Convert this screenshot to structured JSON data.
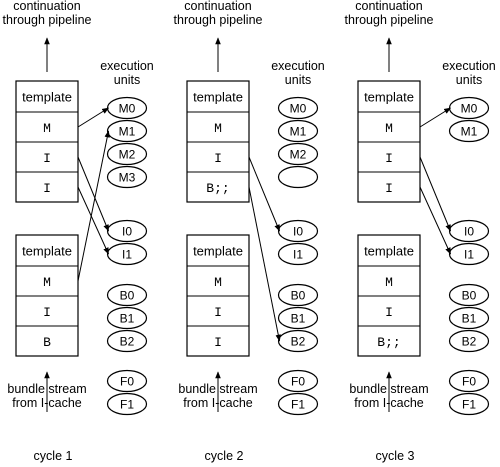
{
  "top_label": [
    "continuation",
    "through pipeline"
  ],
  "bottom_label": [
    "bundle stream",
    "from I-cache"
  ],
  "units_label": [
    "execution",
    "units"
  ],
  "cycles": [
    {
      "caption": "cycle 1",
      "bundles": [
        {
          "header": "template",
          "slots": [
            "M",
            "I",
            "I"
          ]
        },
        {
          "header": "template",
          "slots": [
            "M",
            "I",
            "B"
          ]
        }
      ],
      "units": [
        "M0",
        "M1",
        "M2",
        "M3",
        "I0",
        "I1",
        "B0",
        "B1",
        "B2",
        "F0",
        "F1"
      ],
      "arrows": [
        [
          0,
          0,
          "M0"
        ],
        [
          0,
          1,
          "I0"
        ],
        [
          0,
          2,
          "I1"
        ],
        [
          1,
          0,
          "M1"
        ]
      ]
    },
    {
      "caption": "cycle 2",
      "bundles": [
        {
          "header": "template",
          "slots": [
            "M",
            "I",
            "B;;"
          ]
        },
        {
          "header": "template",
          "slots": [
            "M",
            "I",
            "I"
          ]
        }
      ],
      "units": [
        "M0",
        "M1",
        "M2",
        "",
        "I0",
        "I1",
        "B0",
        "B1",
        "B2",
        "F0",
        "F1"
      ],
      "arrows": [
        [
          0,
          1,
          "I0"
        ],
        [
          0,
          2,
          "B2"
        ]
      ]
    },
    {
      "caption": "cycle 3",
      "bundles": [
        {
          "header": "template",
          "slots": [
            "M",
            "I",
            "I"
          ]
        },
        {
          "header": "template",
          "slots": [
            "M",
            "I",
            "B;;"
          ]
        }
      ],
      "units": [
        "M0",
        "M1",
        "",
        "",
        "I0",
        "I1",
        "B0",
        "B1",
        "B2",
        "F0",
        "F1"
      ],
      "arrows": [
        [
          0,
          0,
          "M0"
        ],
        [
          0,
          1,
          "I0"
        ],
        [
          0,
          2,
          "I1"
        ]
      ]
    }
  ]
}
